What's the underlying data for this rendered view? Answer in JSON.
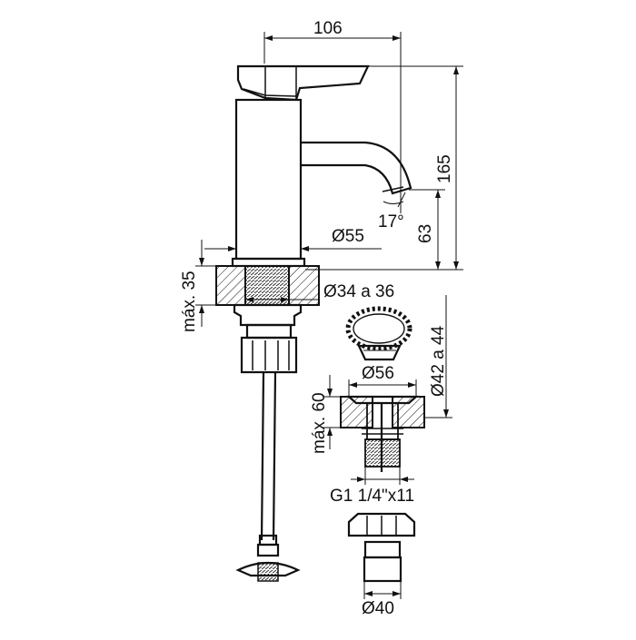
{
  "dimensions": {
    "width_106": "106",
    "height_165": "165",
    "spout_height_63": "63",
    "spout_angle": "17°",
    "body_dia": "Ø55",
    "max_35": "máx. 35",
    "hole_dia": "Ø34 a 36",
    "waste_range": "Ø42 a 44",
    "flange_dia": "Ø56",
    "max_60": "máx. 60",
    "thread": "G1 1/4\"x11",
    "bottom_dia": "Ø40"
  },
  "colors": {
    "line": "#111111",
    "background": "#ffffff"
  }
}
